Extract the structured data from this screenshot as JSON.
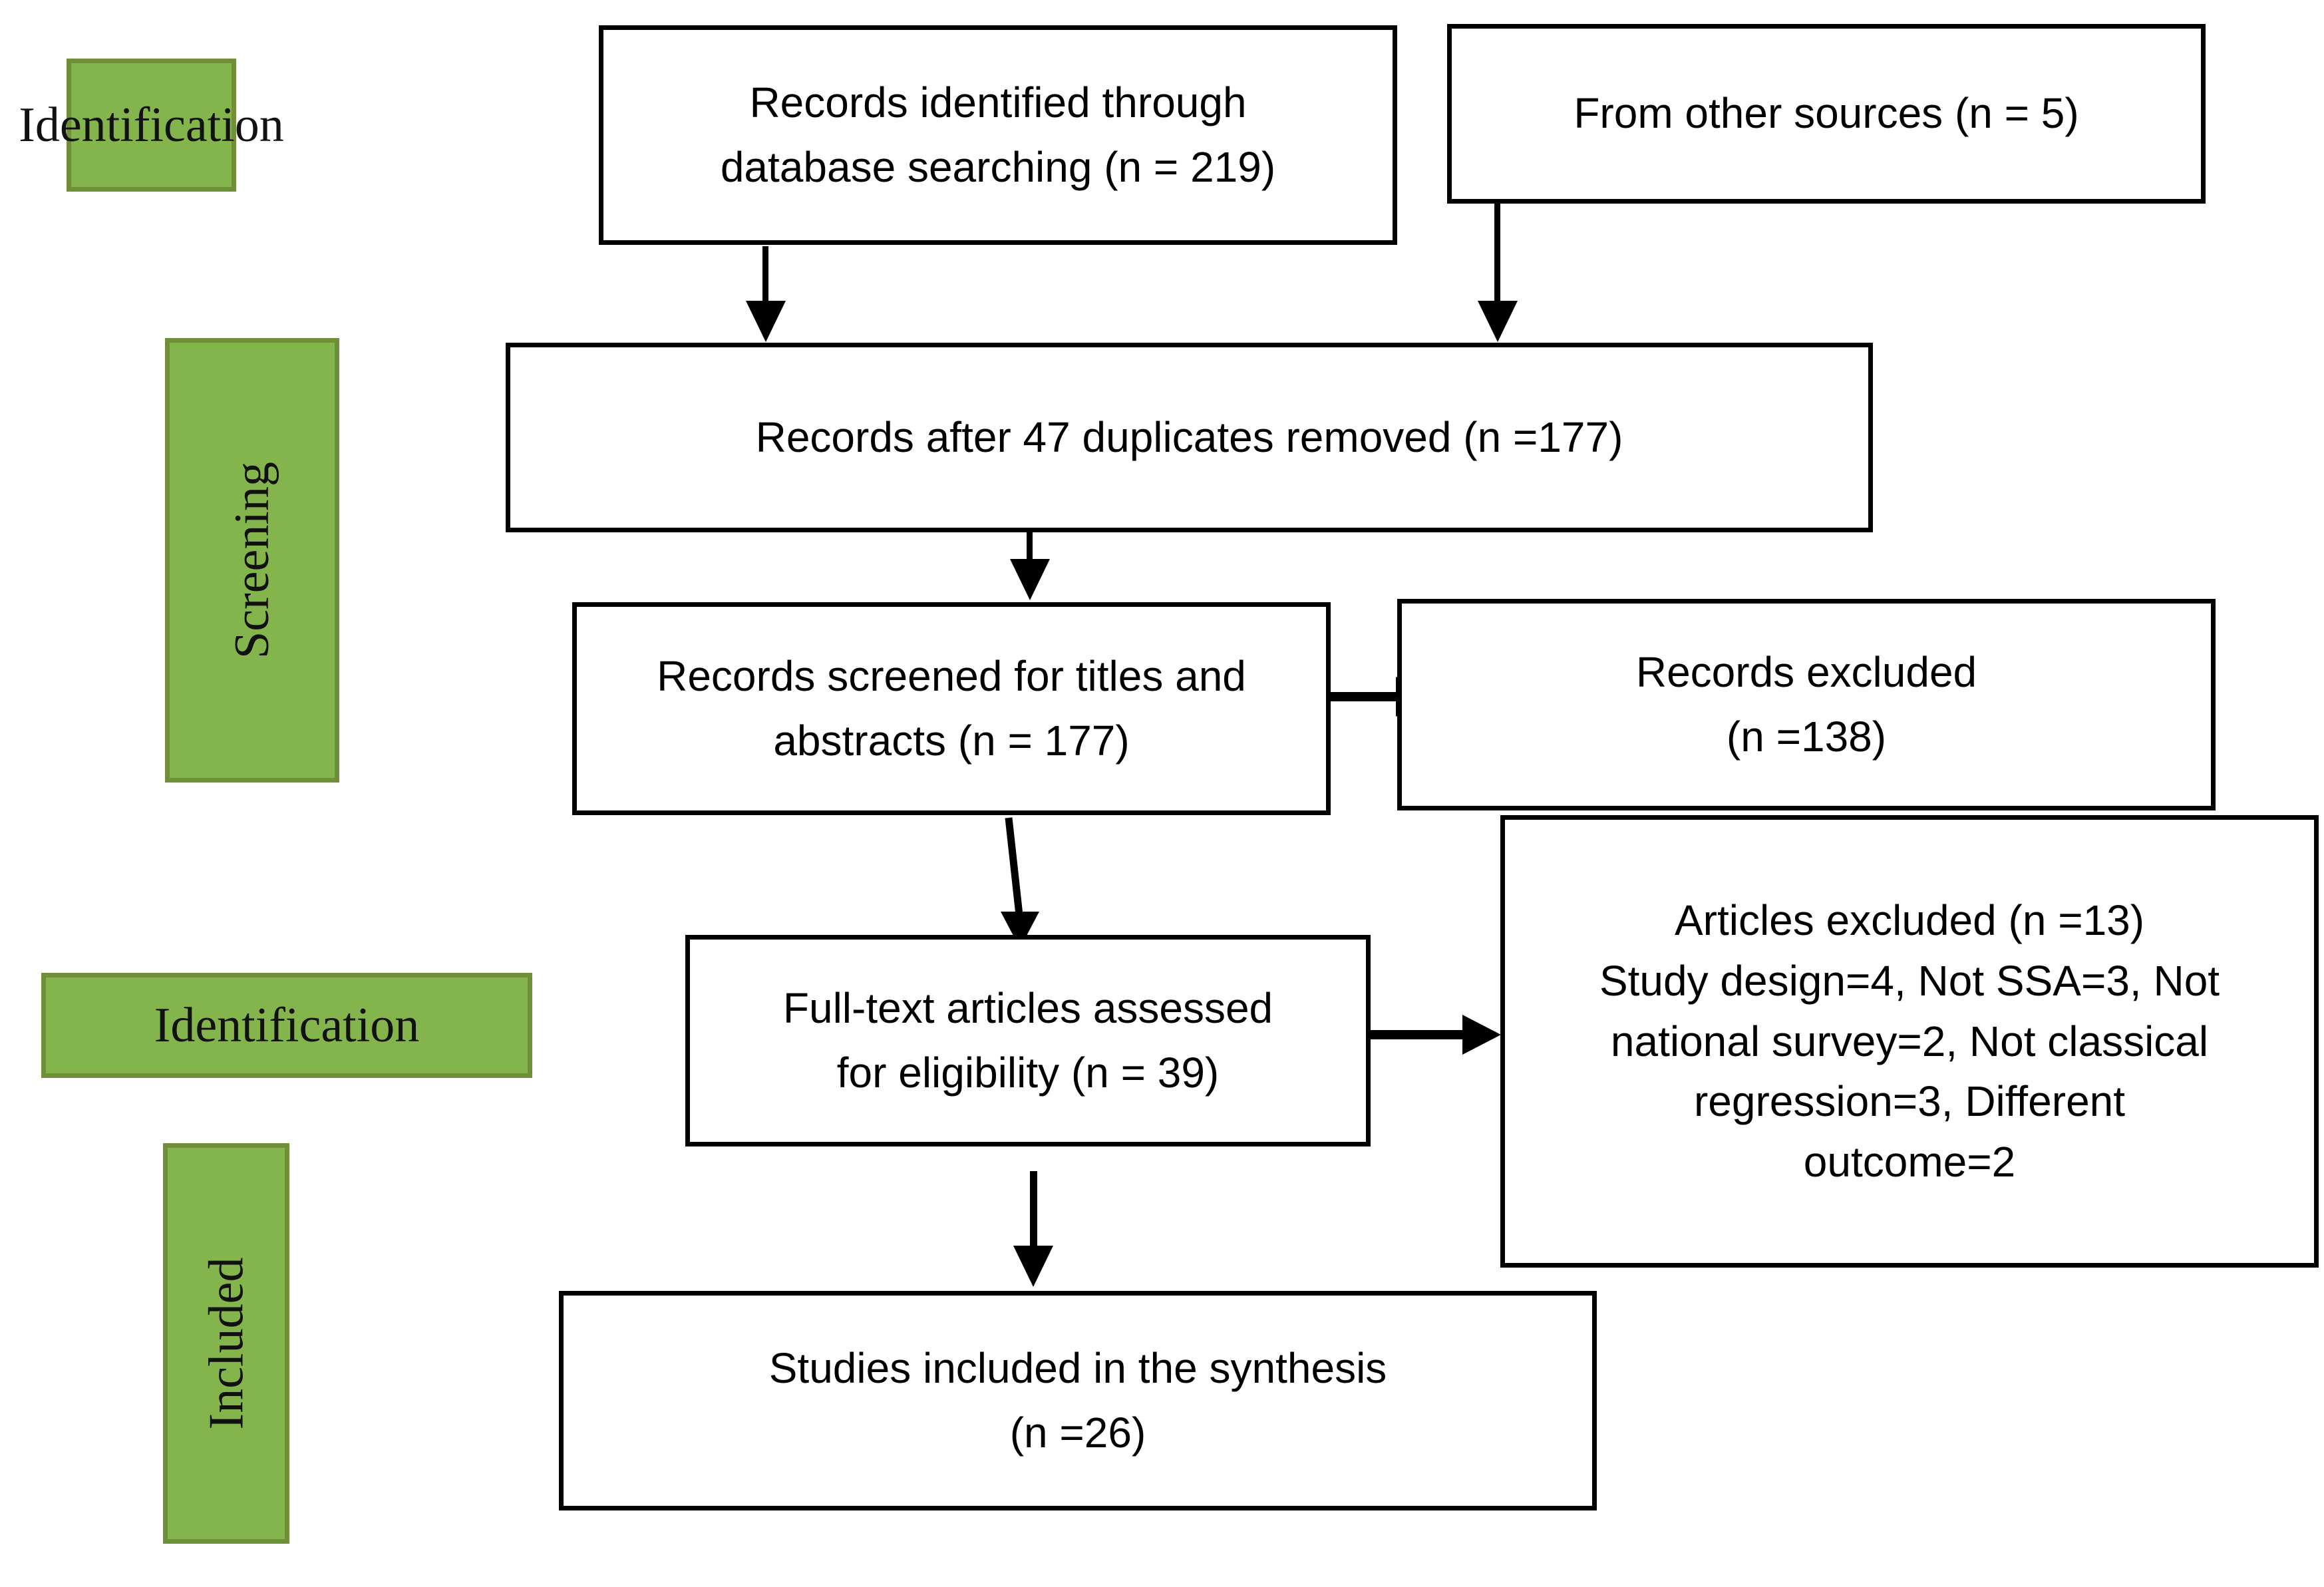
{
  "diagram": {
    "type": "PRISMA flow diagram",
    "stage_labels": [
      {
        "id": "identification-top",
        "text": "Identification",
        "orientation": "horizontal"
      },
      {
        "id": "screening",
        "text": "Screening",
        "orientation": "vertical"
      },
      {
        "id": "identification-bottom",
        "text": "Identification",
        "orientation": "horizontal"
      },
      {
        "id": "included",
        "text": "Included",
        "orientation": "vertical"
      }
    ],
    "boxes": {
      "database_records": {
        "line1": "Records identified through",
        "line2": "database searching (n = 219)",
        "count": 219
      },
      "other_sources": {
        "line1": "From other sources (n = 5)",
        "count": 5
      },
      "after_duplicates": {
        "line1": "Records after 47 duplicates removed (n =177)",
        "duplicates_removed": 47,
        "count": 177
      },
      "screened": {
        "line1": "Records screened for titles and",
        "line2": "abstracts (n = 177)",
        "count": 177
      },
      "records_excluded": {
        "line1": "Records excluded",
        "line2": "(n =138)",
        "count": 138
      },
      "full_text": {
        "line1": "Full-text articles assessed",
        "line2": "for eligibility (n = 39)",
        "count": 39
      },
      "articles_excluded": {
        "line1": "Articles excluded (n =13)",
        "line2": "Study design=4, Not SSA=3, Not",
        "line3": "national survey=2, Not classical",
        "line4": "regression=3, Different",
        "line5": "outcome=2",
        "count": 13,
        "reasons": [
          {
            "reason": "Study design",
            "n": 4
          },
          {
            "reason": "Not SSA",
            "n": 3
          },
          {
            "reason": "Not national survey",
            "n": 2
          },
          {
            "reason": "Not classical regression",
            "n": 3
          },
          {
            "reason": "Different outcome",
            "n": 2
          }
        ]
      },
      "included_studies": {
        "line1": "Studies included in the synthesis",
        "line2": "(n =26)",
        "count": 26
      }
    },
    "colors": {
      "stage_fill": "#84B44C",
      "stage_border": "#6F8F39",
      "box_border": "#000000",
      "box_fill": "#FFFFFF",
      "text": "#000000"
    }
  }
}
